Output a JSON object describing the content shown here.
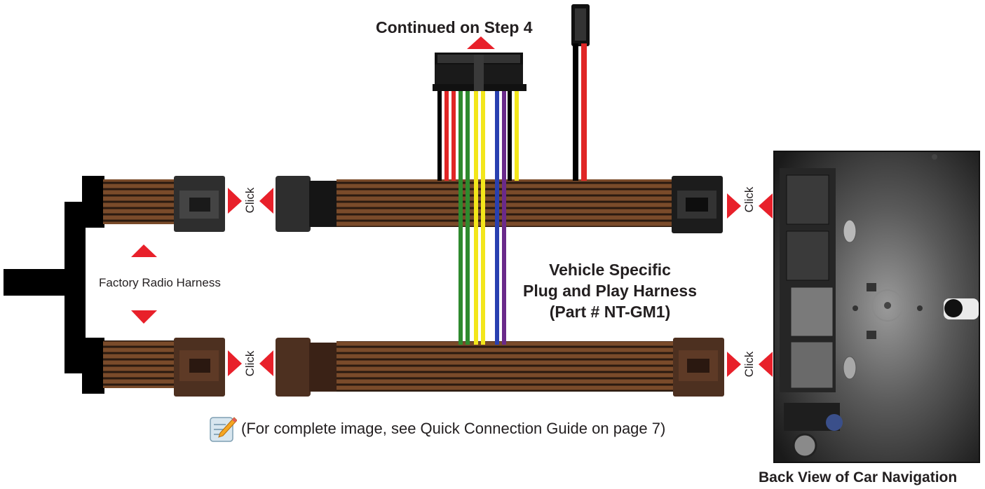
{
  "labels": {
    "continued": "Continued on Step 4",
    "factory_harness": "Factory Radio Harness",
    "vehicle_line1": "Vehicle Specific",
    "vehicle_line2": "Plug and Play Harness",
    "vehicle_line3": "(Part # NT-GM1)",
    "back_view": "Back View of Car Navigation",
    "click": "Click",
    "note": "(For complete image, see Quick Connection Guide on page 7)"
  },
  "icons": {
    "note_icon": "pencil-note-icon",
    "arrow": "red-triangle-arrow-icon"
  },
  "colors": {
    "arrow_red": "#e8202a",
    "wire_brown": "#7a4b2a",
    "wire_dark_brown": "#4a2c1a",
    "connector_black": "#1c1c1c",
    "connector_gray": "#2e2e2e",
    "connector_brown": "#4d3020",
    "wire_red": "#e02626",
    "wire_green": "#2e8a2e",
    "wire_yellow": "#f3e61a",
    "wire_blue": "#2940b0",
    "wire_purple": "#6a2a8a"
  }
}
